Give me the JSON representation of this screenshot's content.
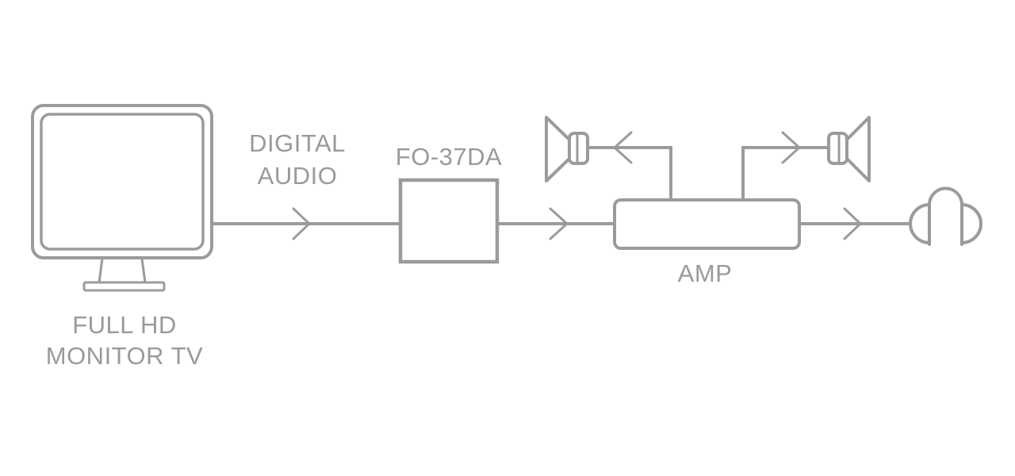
{
  "diagram": {
    "background_color": "#ffffff",
    "line_color": "#9b9b9b",
    "text_color": "#9a9a9a",
    "source": {
      "icon": "monitor-icon",
      "label_line1": "FULL HD",
      "label_line2": "MONITOR TV"
    },
    "signal": {
      "label_line1": "DIGITAL",
      "label_line2": "AUDIO"
    },
    "converter": {
      "label": "FO-37DA"
    },
    "amplifier": {
      "label": "AMP"
    },
    "outputs": {
      "left_icon": "speaker-icon",
      "right_icon": "speaker-icon",
      "headphone_icon": "headphones-icon"
    }
  }
}
